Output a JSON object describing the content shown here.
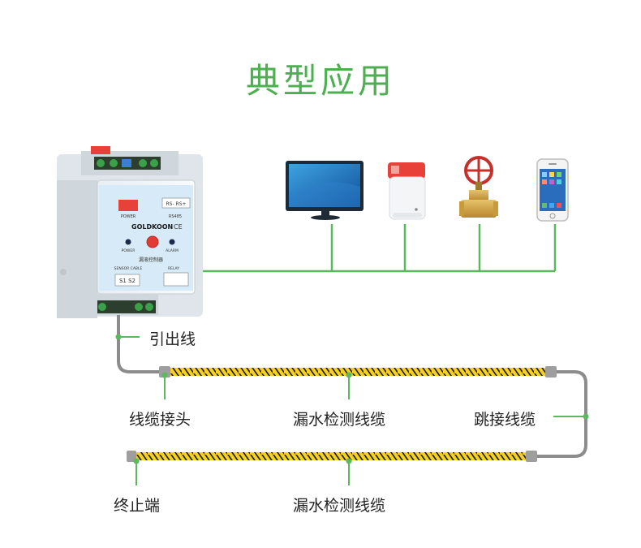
{
  "title": "典型应用",
  "device": {
    "brand": "GOLDKOON",
    "power_label": "POWER",
    "alarm_label": "ALARM",
    "rs_label": "RS- RS+",
    "sensor_label": "SENSOR CABLE",
    "s_terminals": "S1 S2",
    "relay_label": "RELAY",
    "power_top": "POWER",
    "rs485": "RS485",
    "name": "漏液控制器"
  },
  "labels": {
    "lead_wire": "引出线",
    "cable_connector": "线缆接头",
    "leak_cable_1": "漏水检测线缆",
    "jumper_cable": "跳接线缆",
    "terminal_end": "终止端",
    "leak_cable_2": "漏水检测线缆"
  },
  "colors": {
    "title_green": "#4caf50",
    "line_green": "#5cb85c",
    "cable_yellow": "#f5d21f",
    "cable_black": "#1a1a1a"
  }
}
